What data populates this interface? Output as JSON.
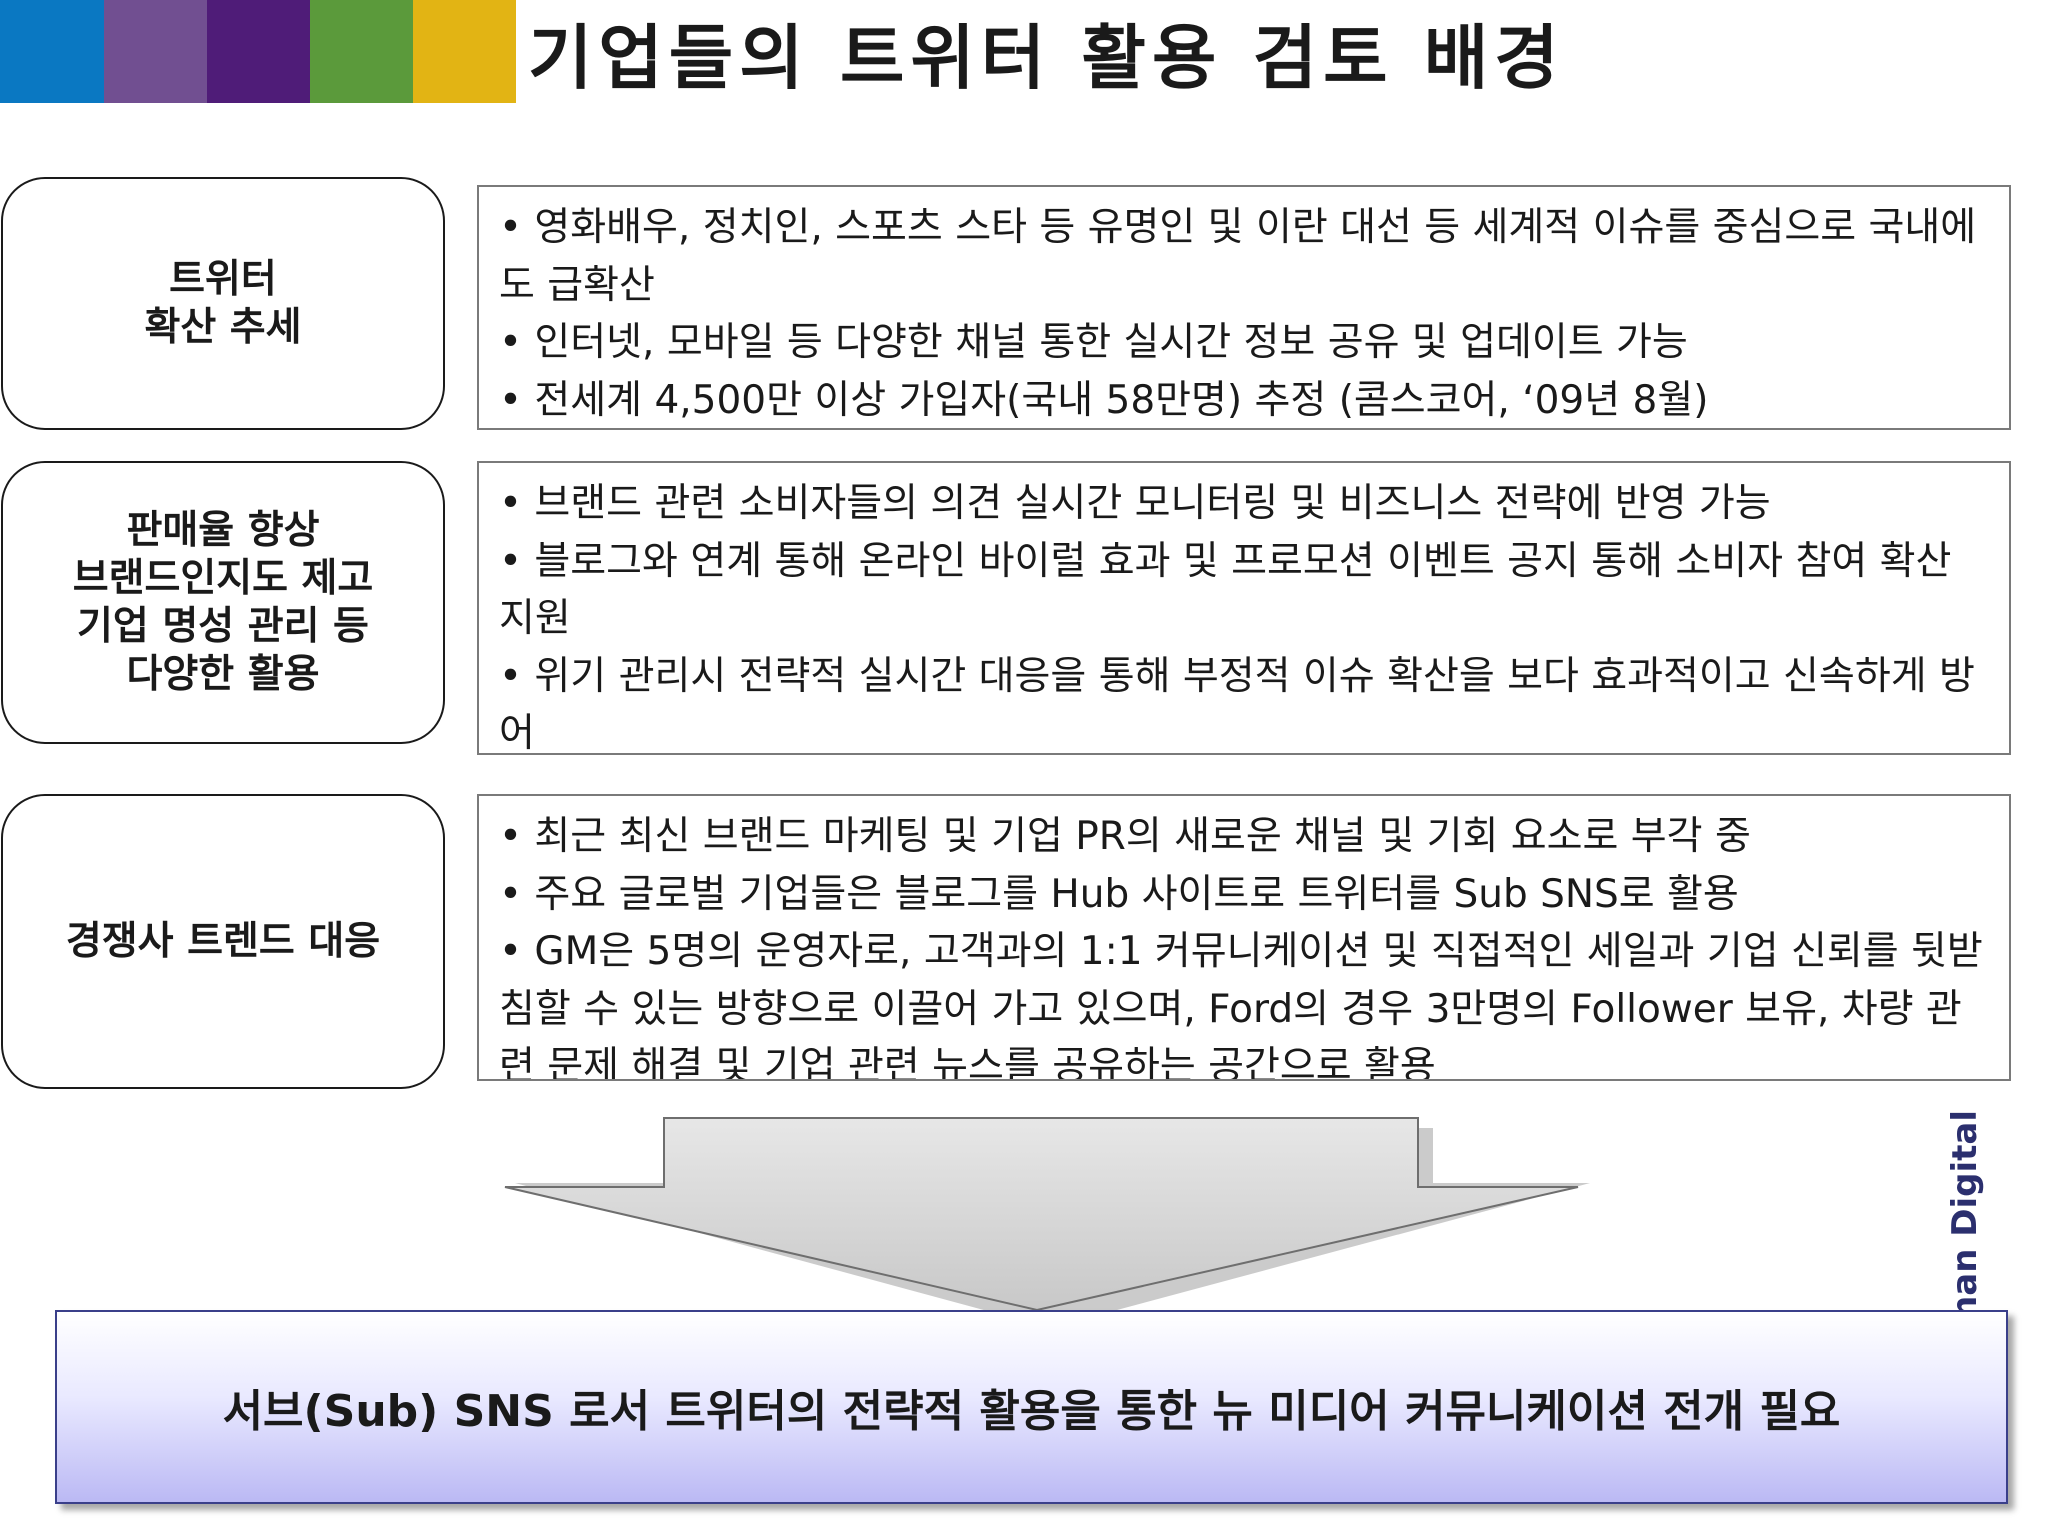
{
  "header": {
    "title": "기업들의 트위터 활용 검토 배경",
    "color_bar": [
      "#0a78c2",
      "#714f91",
      "#4f1c78",
      "#5b9a3b",
      "#e2b414"
    ]
  },
  "rows": [
    {
      "label": "트위터\n확산 추세",
      "bullets": [
        "영화배우, 정치인, 스포츠 스타 등 유명인 및 이란 대선 등 세계적 이슈를 중심으로 국내에도 급확산",
        "인터넷, 모바일 등 다양한 채널 통한 실시간 정보 공유 및  업데이트 가능",
        "전세계 4,500만 이상 가입자(국내 58만명) 추정 (콤스코어, ‘09년 8월)"
      ]
    },
    {
      "label": "판매율 향상\n브랜드인지도 제고\n기업 명성 관리 등\n다양한 활용",
      "bullets": [
        "브랜드 관련 소비자들의 의견 실시간 모니터링 및 비즈니스 전략에 반영 가능",
        "블로그와 연계 통해 온라인 바이럴 효과 및 프로모션 이벤트 공지 통해 소비자 참여 확산 지원",
        "위기 관리시 전략적 실시간 대응을 통해 부정적 이슈 확산을 보다 효과적이고 신속하게 방어"
      ]
    },
    {
      "label": "경쟁사 트렌드 대응",
      "bullets": [
        "최근 최신 브랜드 마케팅 및 기업 PR의 새로운 채널 및 기회 요소로 부각 중",
        "주요 글로벌 기업들은 블로그를 Hub 사이트로 트위터를 Sub SNS로 활용",
        "GM은 5명의 운영자로, 고객과의 1:1 커뮤니케이션 및 직접적인 세일과 기업 신뢰를 뒷받침할 수 있는 방향으로 이끌어 가고 있으며, Ford의 경우 3만명의 Follower 보유, 차량 관련 문제 해결 및 기업 관련 뉴스를 공유하는 공간으로 활용"
      ]
    }
  ],
  "conclusion": "서브(Sub) SNS 로서 트위터의 전략적 활용을 통한 뉴 미디어 커뮤니케이션 전개 필요",
  "watermark": "lman Digital"
}
